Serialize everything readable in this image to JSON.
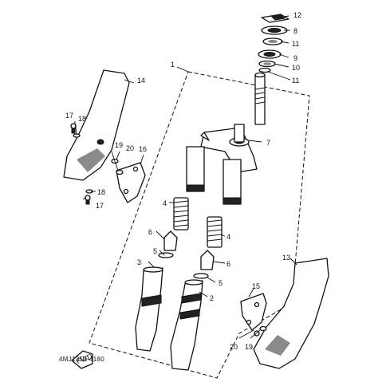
{
  "callouts": {
    "p1": "1",
    "p2": "2",
    "p3": "3",
    "p4a": "4",
    "p4b": "4",
    "p5a": "5",
    "p5b": "5",
    "p6a": "6",
    "p6b": "6",
    "p7": "7",
    "p8": "8",
    "p9": "9",
    "p10": "10",
    "p11a": "11",
    "p11b": "11",
    "p12": "12",
    "p13": "13",
    "p14": "14",
    "p15": "15",
    "p16": "16",
    "p17a": "17",
    "p17b": "17",
    "p18a": "18",
    "p18b": "18",
    "p19a": "19",
    "p19b": "19",
    "p20a": "20",
    "p20b": "20"
  },
  "direction_badge": "FWD",
  "catalog_code": "4MJ1352-4180"
}
